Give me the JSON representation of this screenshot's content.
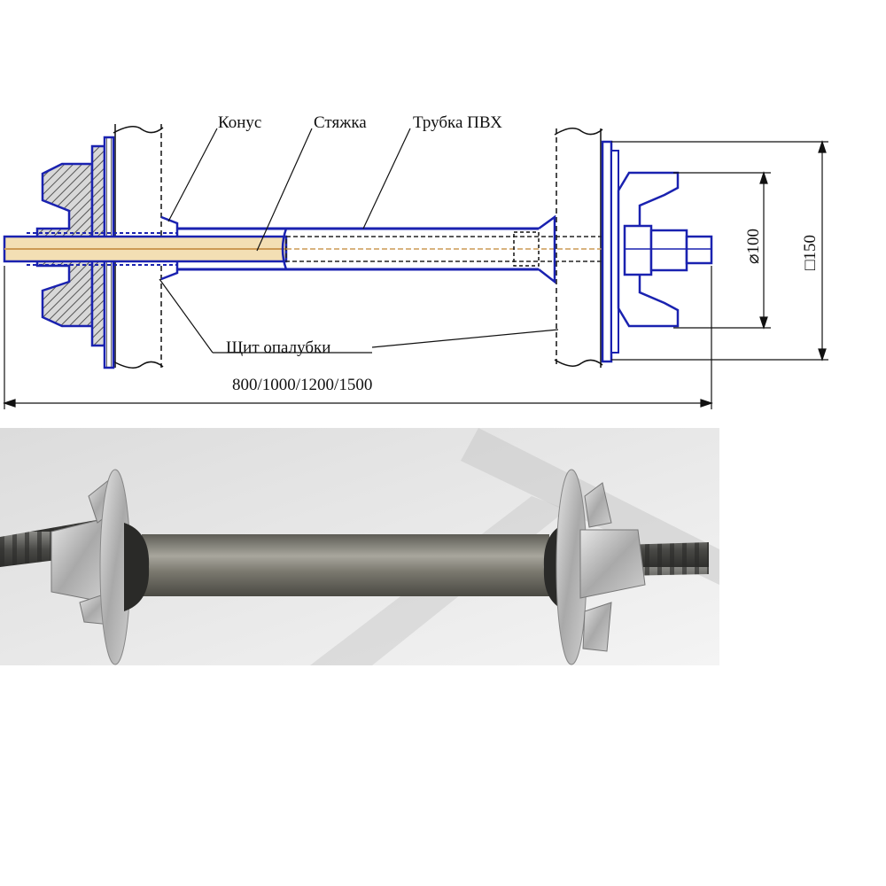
{
  "diagram": {
    "labels": {
      "cone": "Конус",
      "tie": "Стяжка",
      "pvc_tube": "Трубка ПВХ",
      "formwork_panel": "Щит опалубки"
    },
    "dimensions": {
      "length": "800/1000/1200/1500",
      "washer_diameter": "⌀100",
      "plate_square": "□150"
    }
  },
  "colors": {
    "outline_blue": "#1a22b0",
    "hatch": "#555555",
    "rod_fill": "#f3dfb4",
    "tube_fill": "#e8e8ee"
  }
}
